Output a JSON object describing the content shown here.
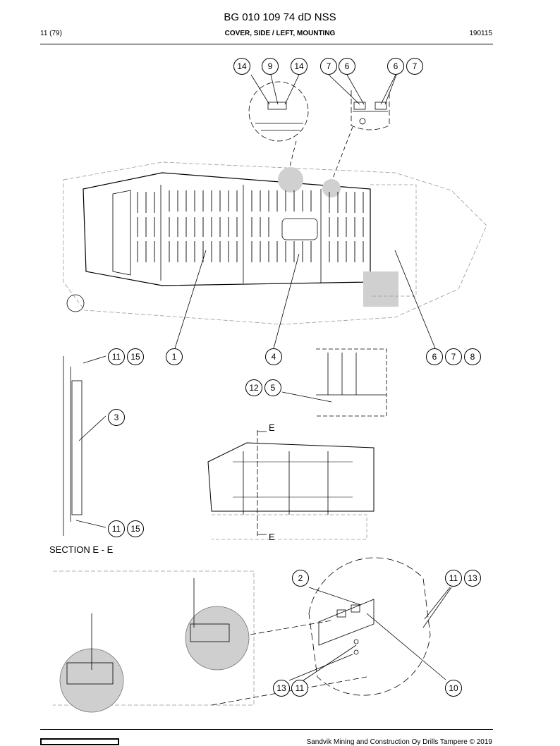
{
  "header": {
    "doc_title": "BG 010 109 74 dD NSS",
    "page": "11 (79)",
    "sheet_title": "COVER, SIDE / LEFT, MOUNTING",
    "date_code": "190115"
  },
  "callouts": {
    "c14a": "14",
    "c9": "9",
    "c14b": "14",
    "c7a": "7",
    "c6a": "6",
    "c6b": "6",
    "c7b": "7",
    "c11a": "11",
    "c15a": "15",
    "c1": "1",
    "c4": "4",
    "c6c": "6",
    "c7c": "7",
    "c8": "8",
    "c12": "12",
    "c5": "5",
    "c3": "3",
    "c11b": "11",
    "c15b": "15",
    "c2": "2",
    "c11c": "11",
    "c13a": "13",
    "c13b": "13",
    "c11d": "11",
    "c10": "10"
  },
  "labels": {
    "section_mark_top": "E",
    "section_mark_bottom": "E",
    "section_title": "SECTION E - E"
  },
  "footer": {
    "copyright": "Sandvik Mining and Construction Oy Drills Tampere © 2019"
  }
}
